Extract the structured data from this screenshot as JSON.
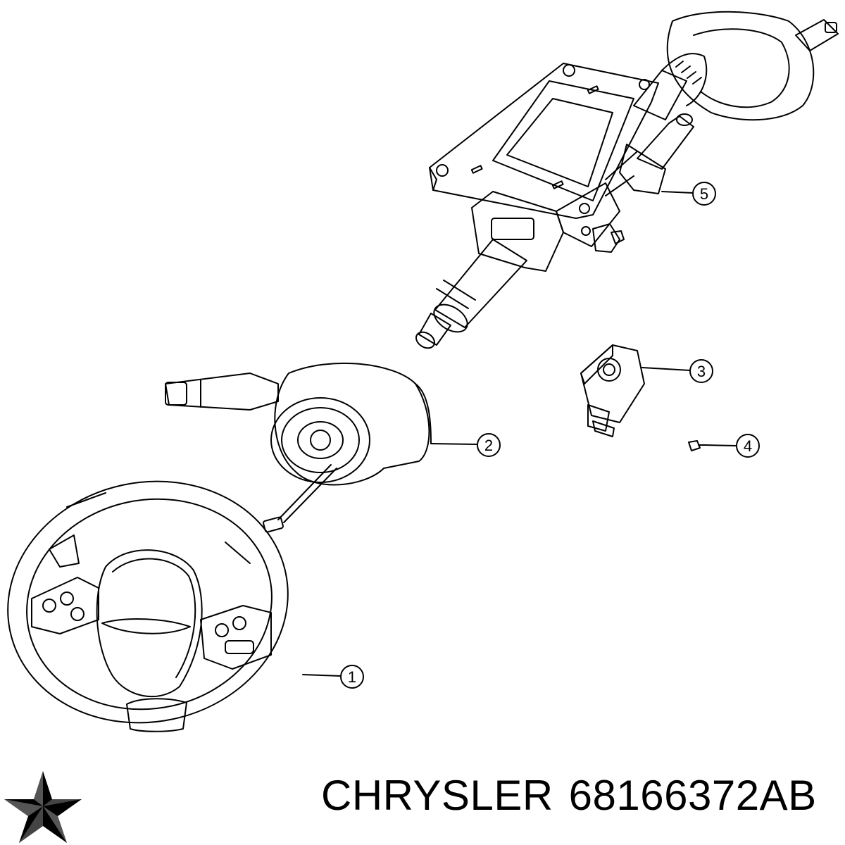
{
  "diagram": {
    "callouts": [
      {
        "id": "1",
        "label": "1"
      },
      {
        "id": "2",
        "label": "2"
      },
      {
        "id": "3",
        "label": "3"
      },
      {
        "id": "4",
        "label": "4"
      },
      {
        "id": "5",
        "label": "5"
      }
    ]
  },
  "footer": {
    "brand": "CHRYSLER",
    "part_number": "68166372AB",
    "logo_icon": "pentastar-logo-icon"
  }
}
